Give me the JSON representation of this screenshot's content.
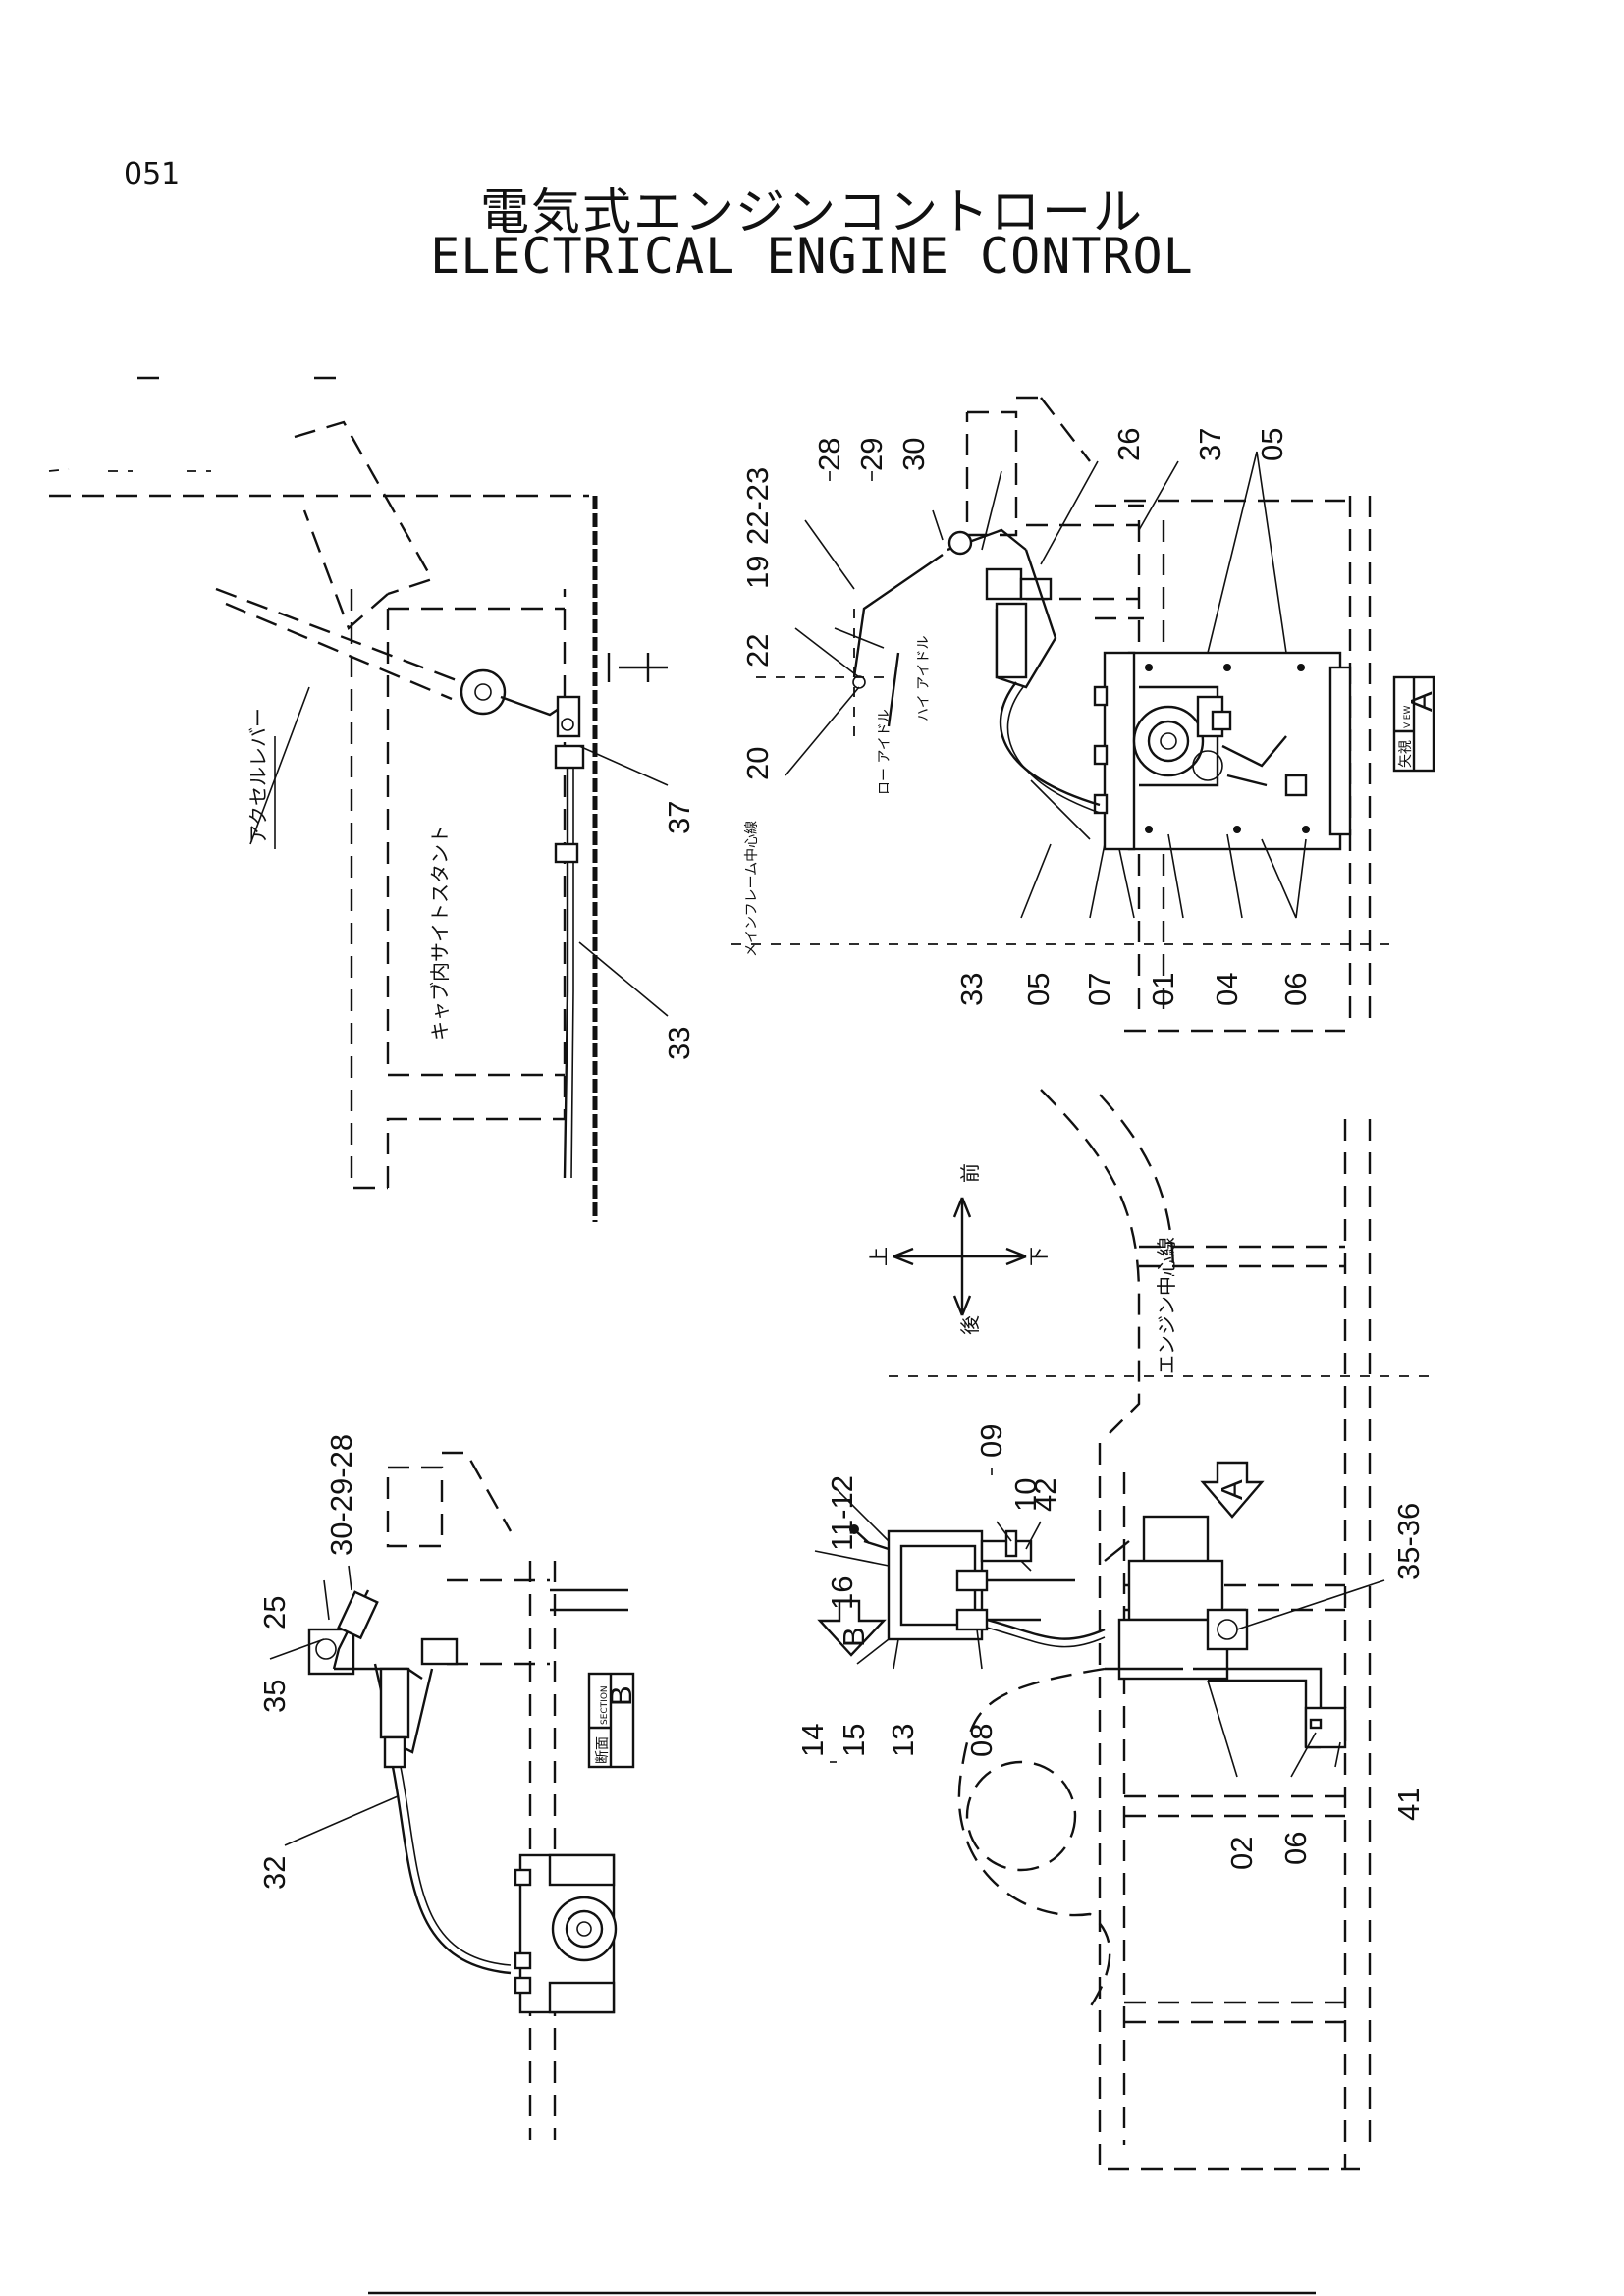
{
  "header": {
    "page_number": "051",
    "title_jp": "電気式エンジンコントロール",
    "title_en": "ELECTRICAL ENGINE CONTROL"
  },
  "view_top_left": {
    "notes": [
      "アクセルレバー",
      "キャブ内サイトスタント"
    ],
    "callouts": [
      "37",
      "33"
    ]
  },
  "view_top_right": {
    "callouts": [
      "22-23",
      "19",
      "22",
      "20",
      "28",
      "29",
      "30",
      "26",
      "37",
      "05",
      "33",
      "05",
      "07",
      "01",
      "04",
      "06"
    ],
    "notes": [
      "ロー\nアイドル",
      "ハイ\nアイドル",
      "メインフレーム中心線"
    ],
    "view_tag": {
      "jp": "矢視",
      "en": "VIEW",
      "letter": "A"
    }
  },
  "view_bottom_left": {
    "callouts": [
      "30-29-28",
      "25",
      "35",
      "32"
    ],
    "section_tag": {
      "jp": "断面",
      "en": "SECTION",
      "letter": "B"
    }
  },
  "view_bottom_right": {
    "callouts": [
      "09",
      "10",
      "11-12",
      "16",
      "14",
      "15",
      "13",
      "08",
      "42",
      "35-36",
      "41",
      "06",
      "02"
    ],
    "notes": [
      "エンジン中心線"
    ],
    "arrows": {
      "front": "前",
      "back": "後",
      "up": "上",
      "down": "下",
      "view_a": "A",
      "section_b": "B"
    }
  }
}
